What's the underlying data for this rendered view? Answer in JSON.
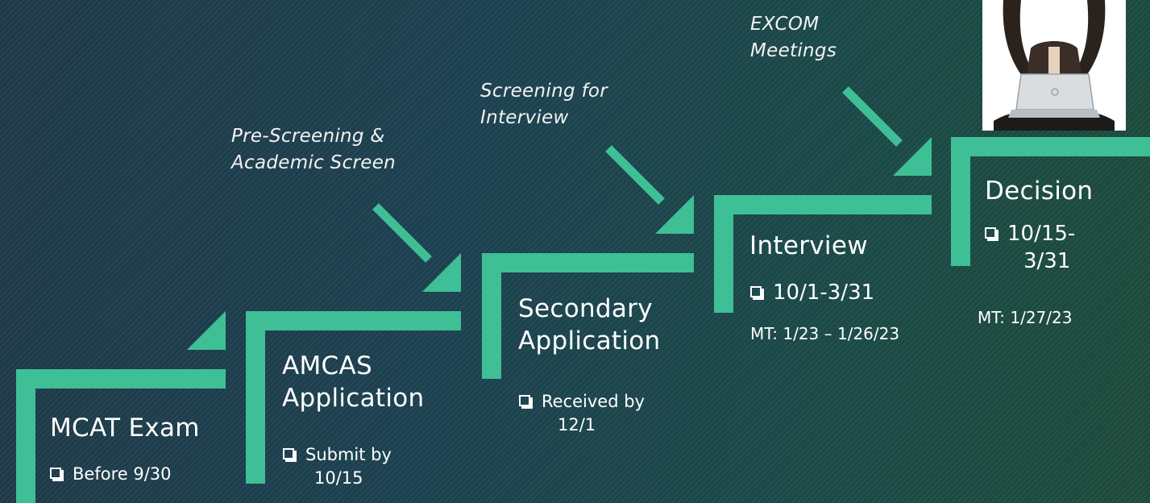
{
  "colors": {
    "step_fill": "#3fbf96",
    "text": "#ffffff"
  },
  "steps": [
    {
      "title_lines": [
        "MCAT Exam"
      ],
      "bullet_lines": [
        "Before 9/30"
      ]
    },
    {
      "title_lines": [
        "AMCAS",
        "Application"
      ],
      "bullet_lines": [
        "Submit by",
        "10/15"
      ]
    },
    {
      "title_lines": [
        "Secondary",
        "Application"
      ],
      "bullet_lines": [
        "Received by",
        "12/1"
      ]
    },
    {
      "title_lines": [
        "Interview"
      ],
      "bullet_lines": [
        "10/1-3/31"
      ],
      "mt_note": "MT: 1/23 – 1/26/23"
    },
    {
      "title_lines": [
        "Decision"
      ],
      "bullet_lines": [
        "10/15-",
        "3/31"
      ],
      "mt_note": "MT: 1/27/23"
    }
  ],
  "annotations": [
    {
      "lines": [
        "Pre-Screening &",
        "Academic Screen"
      ]
    },
    {
      "lines": [
        "Screening for",
        "Interview"
      ]
    },
    {
      "lines": [
        "EXCOM",
        "Meetings"
      ]
    }
  ],
  "photo": {
    "icon": "person-with-laptop-icon"
  }
}
